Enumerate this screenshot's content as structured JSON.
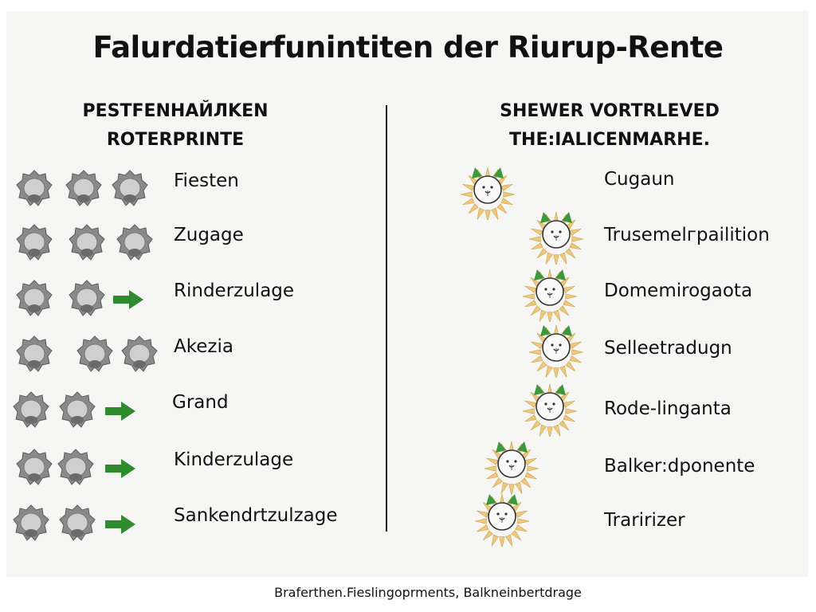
{
  "title": "Falurdatierfunintiten der Riurup-Rente",
  "left_column": {
    "heading_line1": "PESTFENHAЙЛKEN",
    "heading_line2": "ROTERPRINTE",
    "rows": [
      {
        "label": "Fiesten",
        "icons": [
          "shell-icon",
          "shell-icon",
          "shell-icon"
        ]
      },
      {
        "label": "Zugage",
        "icons": [
          "shell-icon",
          "shell-icon",
          "shell-icon"
        ]
      },
      {
        "label": "Rinderzulage",
        "icons": [
          "shell-icon",
          "shell-icon",
          "arrow-right-icon"
        ]
      },
      {
        "label": "Akezia",
        "icons": [
          "shell-icon",
          "shell-icon",
          "shell-icon"
        ]
      },
      {
        "label": "Grand",
        "icons": [
          "shell-icon",
          "shell-icon",
          "arrow-right-icon"
        ]
      },
      {
        "label": "Kinderzulage",
        "icons": [
          "shell-icon",
          "shell-icon",
          "arrow-right-icon"
        ]
      },
      {
        "label": "Sankendrtzulzage",
        "icons": [
          "shell-icon",
          "shell-icon",
          "arrow-right-icon"
        ]
      }
    ]
  },
  "right_column": {
    "heading_line1": "SHEWER VORTRLEVED",
    "heading_line2": "THE:IALICENMARHE.",
    "rows": [
      {
        "label": "Cugaun",
        "icon": "lion-sun-icon"
      },
      {
        "label": "Trusemelгpailition",
        "icon": "lion-sun-icon"
      },
      {
        "label": "Domemirogaota",
        "icon": "lion-sun-icon"
      },
      {
        "label": "Selleetradugn",
        "icon": "lion-sun-icon"
      },
      {
        "label": "Rode-linganta",
        "icon": "lion-sun-icon"
      },
      {
        "label": "Balker:dponente",
        "icon": "lion-sun-icon"
      },
      {
        "label": "Traririzer",
        "icon": "lion-sun-icon"
      }
    ]
  },
  "footer": "Braferthen.Fieslingoprments, Balkneinbertdrage",
  "colors": {
    "shell": "#8a8a8a",
    "shell_light": "#cfcfcf",
    "arrow": "#2e8b2e",
    "sun_rays": "#f0c878",
    "lion_ears": "#3a9a3a"
  }
}
